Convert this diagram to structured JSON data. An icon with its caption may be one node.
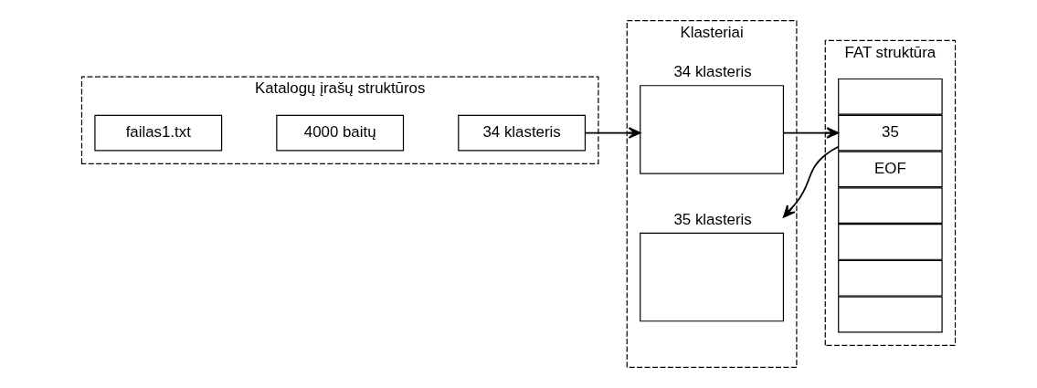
{
  "diagram": {
    "nodes": [
      {
        "text": [
          "Katalogų įrašų struktūros"
        ]
      },
      {
        "text": [
          "failas1.txt"
        ],
        "in": 0
      },
      {
        "text": [
          "4000 baitų"
        ],
        "in": 0
      },
      {
        "text": [
          "34 klasteris"
        ],
        "in": 0
      },
      {
        "text": [
          "Klasteriai"
        ]
      },
      {
        "text": [
          "34 klasteris"
        ],
        "in": 4
      },
      {
        "text": [
          "35 klasteris"
        ],
        "in": 4
      },
      {
        "text": [
          "FAT struktūra"
        ]
      },
      {
        "text": [],
        "shape": "box",
        "in": 7
      },
      {
        "text": [
          "35"
        ],
        "in": 7
      },
      {
        "text": [
          "EOF"
        ],
        "in": 7
      },
      {
        "text": [],
        "shape": "box",
        "in": 7
      },
      {
        "text": [],
        "shape": "box",
        "in": 7
      },
      {
        "text": [],
        "shape": "box",
        "in": 7
      },
      {
        "text": [],
        "shape": "box",
        "in": 7
      }
    ],
    "edges": [
      {
        "from": 3,
        "to": 5,
        "arrow": "to"
      },
      {
        "from": 5,
        "to": 9,
        "arrow": "to"
      },
      {
        "from": 9,
        "to": 6,
        "arrow": "to"
      }
    ]
  }
}
